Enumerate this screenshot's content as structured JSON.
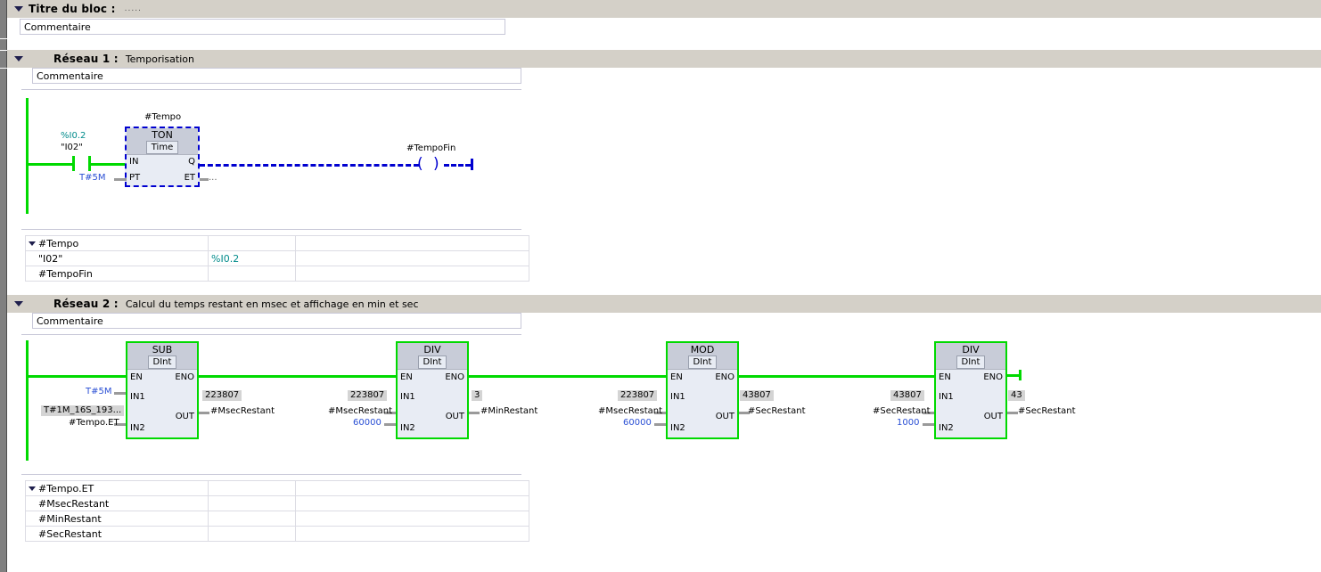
{
  "block": {
    "title_label": "Titre du bloc :",
    "title_dots": ".....",
    "comment": "Commentaire"
  },
  "networks": [
    {
      "label": "Réseau 1 :",
      "title": "Temporisation",
      "comment": "Commentaire",
      "contact": {
        "address": "%I0.2",
        "symbol": "\"I02\""
      },
      "timer": {
        "instance": "#Tempo",
        "name": "TON",
        "type": "Time",
        "pin_in": "IN",
        "pin_pt": "PT",
        "pin_q": "Q",
        "pin_et": "ET",
        "pt_value": "T#5M",
        "et_value": "..."
      },
      "coil": {
        "name": "#TempoFin"
      },
      "table": {
        "rows": [
          {
            "name": "#Tempo",
            "addr": "",
            "extra": "",
            "expandable": true
          },
          {
            "name": "\"I02\"",
            "addr": "%I0.2",
            "extra": "",
            "expandable": false
          },
          {
            "name": "#TempoFin",
            "addr": "",
            "extra": "",
            "expandable": false
          }
        ]
      }
    },
    {
      "label": "Réseau 2 :",
      "title": "Calcul du temps restant en msec et affichage en min et sec",
      "comment": "Commentaire",
      "blocks": [
        {
          "name": "SUB",
          "type": "DInt",
          "pin_en": "EN",
          "pin_eno": "ENO",
          "pin_in1": "IN1",
          "pin_in2": "IN2",
          "pin_out": "OUT",
          "in1_label": "T#5M",
          "in1_is_const": true,
          "in1_value": "",
          "in2_label": "#Tempo.ET",
          "in2_is_const": false,
          "in2_value": "T#1M_16S_193...",
          "out_label": "#MsecRestant",
          "out_value": "223807"
        },
        {
          "name": "DIV",
          "type": "DInt",
          "pin_en": "EN",
          "pin_eno": "ENO",
          "pin_in1": "IN1",
          "pin_in2": "IN2",
          "pin_out": "OUT",
          "in1_label": "#MsecRestant",
          "in1_is_const": false,
          "in1_value": "223807",
          "in2_label": "60000",
          "in2_is_const": true,
          "in2_value": "",
          "out_label": "#MinRestant",
          "out_value": "3"
        },
        {
          "name": "MOD",
          "type": "DInt",
          "pin_en": "EN",
          "pin_eno": "ENO",
          "pin_in1": "IN1",
          "pin_in2": "IN2",
          "pin_out": "OUT",
          "in1_label": "#MsecRestant",
          "in1_is_const": false,
          "in1_value": "223807",
          "in2_label": "60000",
          "in2_is_const": true,
          "in2_value": "",
          "out_label": "#SecRestant",
          "out_value": "43807"
        },
        {
          "name": "DIV",
          "type": "DInt",
          "pin_en": "EN",
          "pin_eno": "ENO",
          "pin_in1": "IN1",
          "pin_in2": "IN2",
          "pin_out": "OUT",
          "in1_label": "#SecRestant",
          "in1_is_const": false,
          "in1_value": "43807",
          "in2_label": "1000",
          "in2_is_const": true,
          "in2_value": "",
          "out_label": "#SecRestant",
          "out_value": "43"
        }
      ],
      "table": {
        "rows": [
          {
            "name": "#Tempo.ET",
            "addr": "",
            "extra": "",
            "expandable": true
          },
          {
            "name": "#MsecRestant",
            "addr": "",
            "extra": "",
            "expandable": false
          },
          {
            "name": "#MinRestant",
            "addr": "",
            "extra": "",
            "expandable": false
          },
          {
            "name": "#SecRestant",
            "addr": "",
            "extra": "",
            "expandable": false
          }
        ]
      }
    }
  ],
  "colors": {
    "power_rail": "#00d900",
    "selection": "#0000d0",
    "address": "#008b8b",
    "constant": "#2a4fd4",
    "header_bar": "#d4d0c8"
  }
}
